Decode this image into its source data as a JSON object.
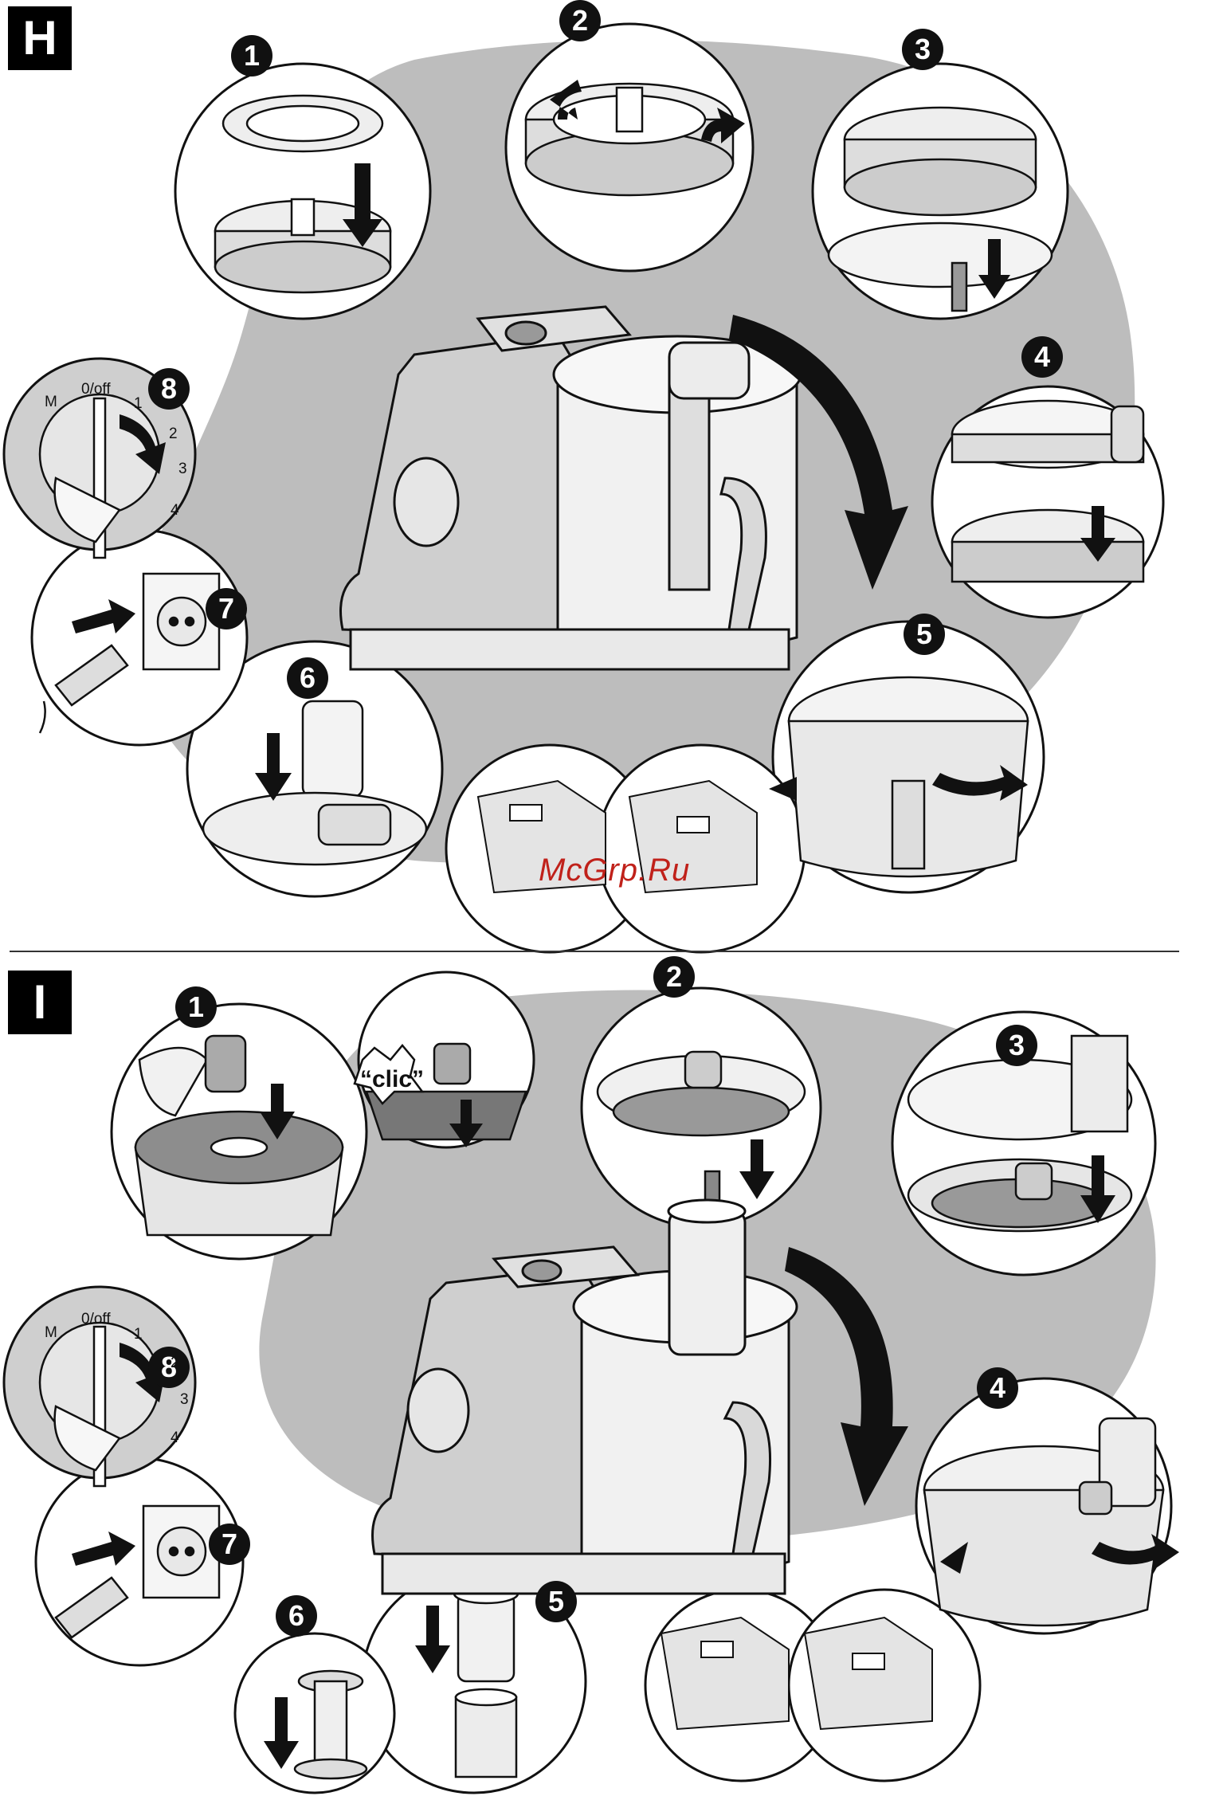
{
  "sections": [
    {
      "id": "H",
      "label": "H",
      "steps": [
        "1",
        "2",
        "3",
        "4",
        "5",
        "6",
        "7",
        "8"
      ],
      "dial": {
        "labels": {
          "m": "M",
          "off": "0/off",
          "s1": "1",
          "s2": "2",
          "s3": "3",
          "s4": "4"
        }
      }
    },
    {
      "id": "I",
      "label": "I",
      "steps": [
        "1",
        "2",
        "3",
        "4",
        "5",
        "6",
        "7",
        "8"
      ],
      "dial": {
        "labels": {
          "m": "M",
          "off": "0/off",
          "s1": "1",
          "s2": "2",
          "s3": "3",
          "s4": "4"
        }
      },
      "sound_label": "“clic”"
    }
  ],
  "watermark": "McGrp.Ru",
  "colors": {
    "ink": "#111111",
    "shadow": "#b9b9b9",
    "bowl": "#eeeeee",
    "watermark": "#c0211a"
  }
}
